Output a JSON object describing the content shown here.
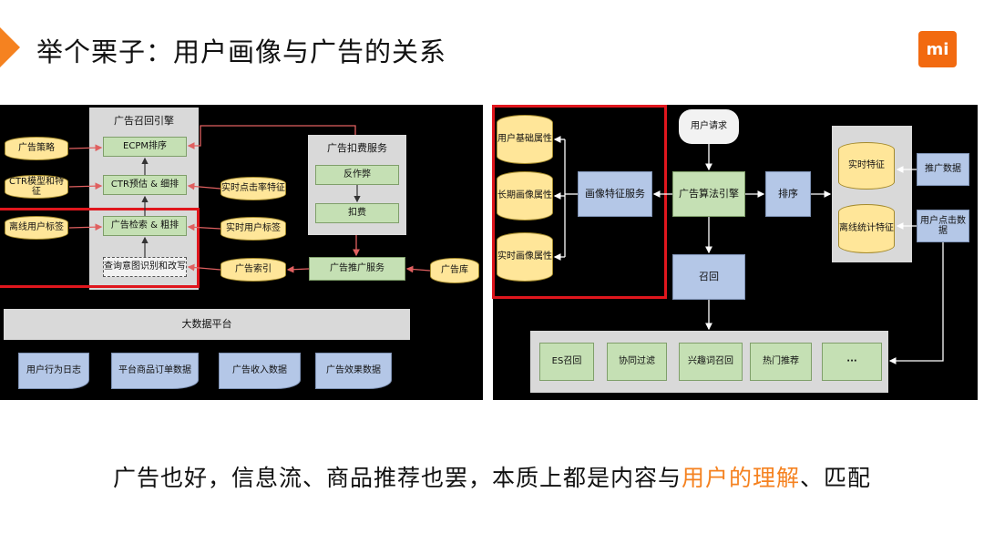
{
  "title": "举个栗子：用户画像与广告的关系",
  "logo_text": "mi",
  "left_diagram": {
    "recall_engine_label": "广告召回引擎",
    "billing_service_label": "广告扣费服务",
    "nodes": {
      "ecpm": "ECPM排序",
      "ctr": "CTR预估 & 细排",
      "retrieval": "广告检索 & 粗排",
      "query": "查询意图识别和改写",
      "ad_strategy": "广告策略",
      "ctr_model": "CTR模型和特征",
      "offline_tags": "离线用户标签",
      "rt_ctr_feat": "实时点击率特征",
      "rt_user_tags": "实时用户标签",
      "ad_index": "广告索引",
      "anti_fraud": "反作弊",
      "billing": "扣费",
      "promo_service": "广告推广服务",
      "ad_lib": "广告库",
      "bigdata": "大数据平台",
      "log1": "用户行为日志",
      "log2": "平台商品订单数据",
      "log3": "广告收入数据",
      "log4": "广告效果数据"
    }
  },
  "right_diagram": {
    "nodes": {
      "basic_attr": "用户基础属性",
      "long_attr": "长期画像属性",
      "rt_attr": "实时画像属性",
      "profile_service": "画像特征服务",
      "user_request": "用户请求",
      "algo_engine": "广告算法引擎",
      "sort": "排序",
      "recall": "召回",
      "rt_feature": "实时特征",
      "offline_feature": "离线统计特征",
      "promo_data": "推广数据",
      "click_data": "用户点击数据",
      "es_recall": "ES召回",
      "cf": "协同过滤",
      "interest_recall": "兴趣词召回",
      "hot_rec": "热门推荐",
      "more": "···"
    }
  },
  "bottom": {
    "prefix": "广告也好，信息流、商品推荐也罢，本质上都是内容与",
    "highlight": "用户的理解",
    "suffix": "、匹配"
  },
  "colors": {
    "accent": "#f58220",
    "red_frame": "#e0161d",
    "green_node": "#c5e0b4",
    "blue_node": "#b4c7e7",
    "yellow_db": "#ffe699"
  }
}
